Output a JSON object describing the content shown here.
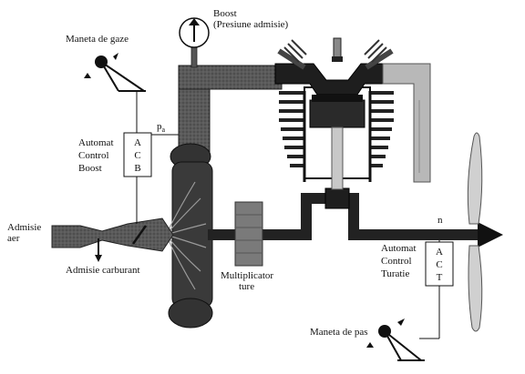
{
  "labels": {
    "boost_line1": "Boost",
    "boost_line2": "(Presiune admisie)",
    "maneta_gaze": "Maneta de gaze",
    "pa_main": "p",
    "pa_sub": "a",
    "acb_line1": "Automat",
    "acb_line2": "Control",
    "acb_line3": "Boost",
    "acb_box_1": "A",
    "acb_box_2": "C",
    "acb_box_3": "B",
    "admisie_aer_line1": "Admisie",
    "admisie_aer_line2": "aer",
    "admisie_carburant": "Admisie carburant",
    "multiplicator_line1": "Multiplicator",
    "multiplicator_line2": "ture",
    "n": "n",
    "act_line1": "Automat",
    "act_line2": "Control",
    "act_line3": "Turatie",
    "act_box_1": "A",
    "act_box_2": "C",
    "act_box_3": "T",
    "maneta_pas": "Maneta de pas"
  },
  "colors": {
    "duct": "#4a4a4a",
    "dark": "#1a1a1a",
    "mid_gray": "#7d7d7d",
    "light_gray": "#b5b5b5",
    "propeller": "#cfcfcf",
    "line": "#111111"
  }
}
